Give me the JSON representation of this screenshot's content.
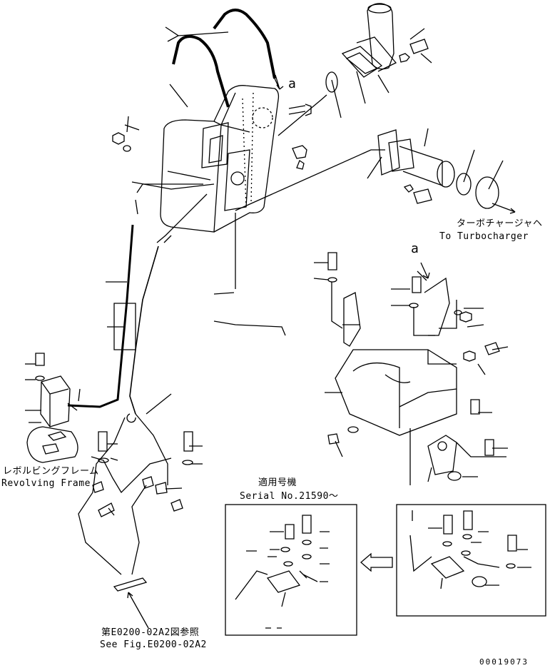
{
  "labels": {
    "callout_a_top": "a",
    "callout_a_right": "a",
    "turbo_jp": "ターボチャージャヘ",
    "turbo_en": "To Turbocharger",
    "frame_jp": "レボルビングフレーム",
    "frame_en": "Revolving Frame",
    "serial_jp": "適用号機",
    "serial_en": "Serial No.21590～",
    "see_jp": "第E0200-02A2図参照",
    "see_en": "See Fig.E0200-02A2",
    "drawing_no": "00019073"
  }
}
